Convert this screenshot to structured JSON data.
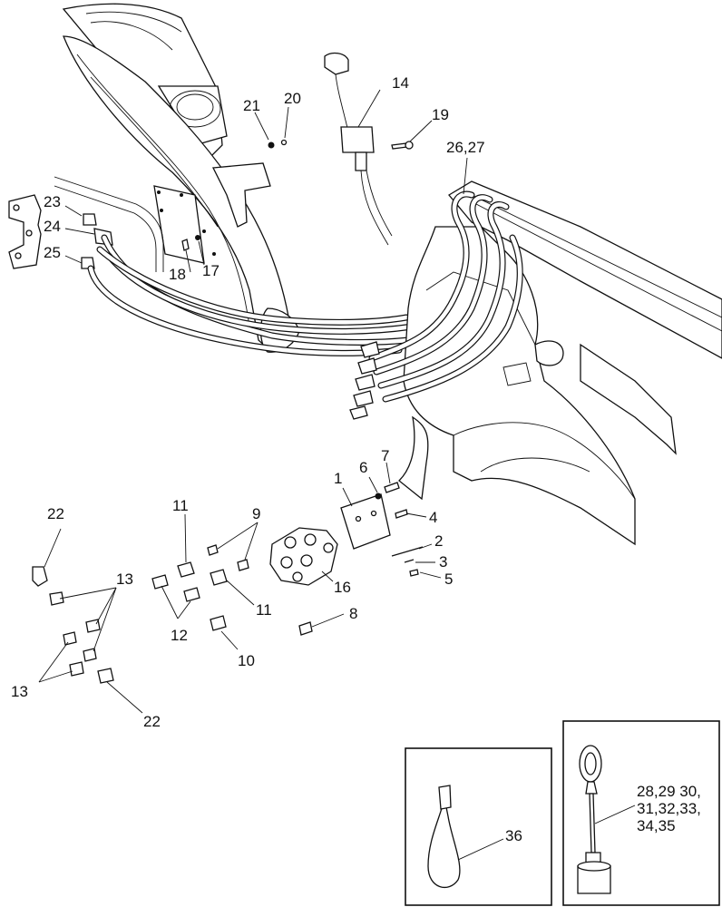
{
  "diagram": {
    "callouts": {
      "c1": "1",
      "c2": "2",
      "c3": "3",
      "c4": "4",
      "c5": "5",
      "c6": "6",
      "c7": "7",
      "c8": "8",
      "c9": "9",
      "c10": "10",
      "c11a": "11",
      "c11b": "11",
      "c12": "12",
      "c13a": "13",
      "c13b": "13",
      "c14": "14",
      "c16": "16",
      "c17": "17",
      "c18": "18",
      "c19": "19",
      "c20": "20",
      "c21": "21",
      "c22a": "22",
      "c22b": "22",
      "c23": "23",
      "c24": "24",
      "c25": "25",
      "c26_27": "26,27",
      "c36": "36",
      "c28_35_l1": "28,29 30,",
      "c28_35_l2": "31,32,33,",
      "c28_35_l3": "34,35"
    }
  }
}
